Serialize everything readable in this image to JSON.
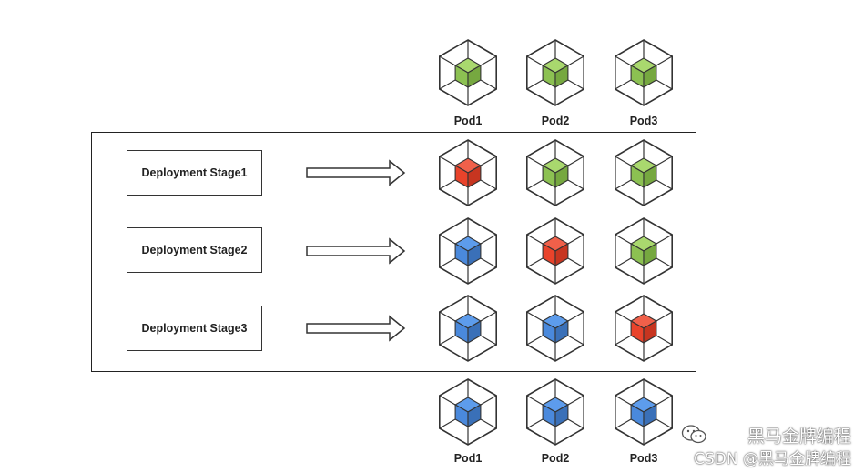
{
  "diagram": {
    "stages": [
      {
        "label": "Deployment Stage1",
        "pods": [
          "red",
          "green",
          "green"
        ]
      },
      {
        "label": "Deployment Stage2",
        "pods": [
          "blue",
          "red",
          "green"
        ]
      },
      {
        "label": "Deployment Stage3",
        "pods": [
          "blue",
          "blue",
          "red"
        ]
      }
    ],
    "top_row": {
      "labels": [
        "Pod1",
        "Pod2",
        "Pod3"
      ],
      "pods": [
        "green",
        "green",
        "green"
      ]
    },
    "bottom_row": {
      "labels": [
        "Pod1",
        "Pod2",
        "Pod3"
      ],
      "pods": [
        "blue",
        "blue",
        "blue"
      ]
    }
  },
  "colors": {
    "green": {
      "top": "#a9d86e",
      "left": "#8cc152",
      "right": "#76a840"
    },
    "blue": {
      "top": "#5d9cec",
      "left": "#4a89dc",
      "right": "#3a70b8"
    },
    "red": {
      "top": "#f0604a",
      "left": "#e9432b",
      "right": "#c73520"
    },
    "outline": "#333333"
  },
  "watermark": {
    "line1": "黑马金牌编程",
    "line2": "CSDN @黑马金牌编程",
    "icon": "wechat-icon"
  }
}
